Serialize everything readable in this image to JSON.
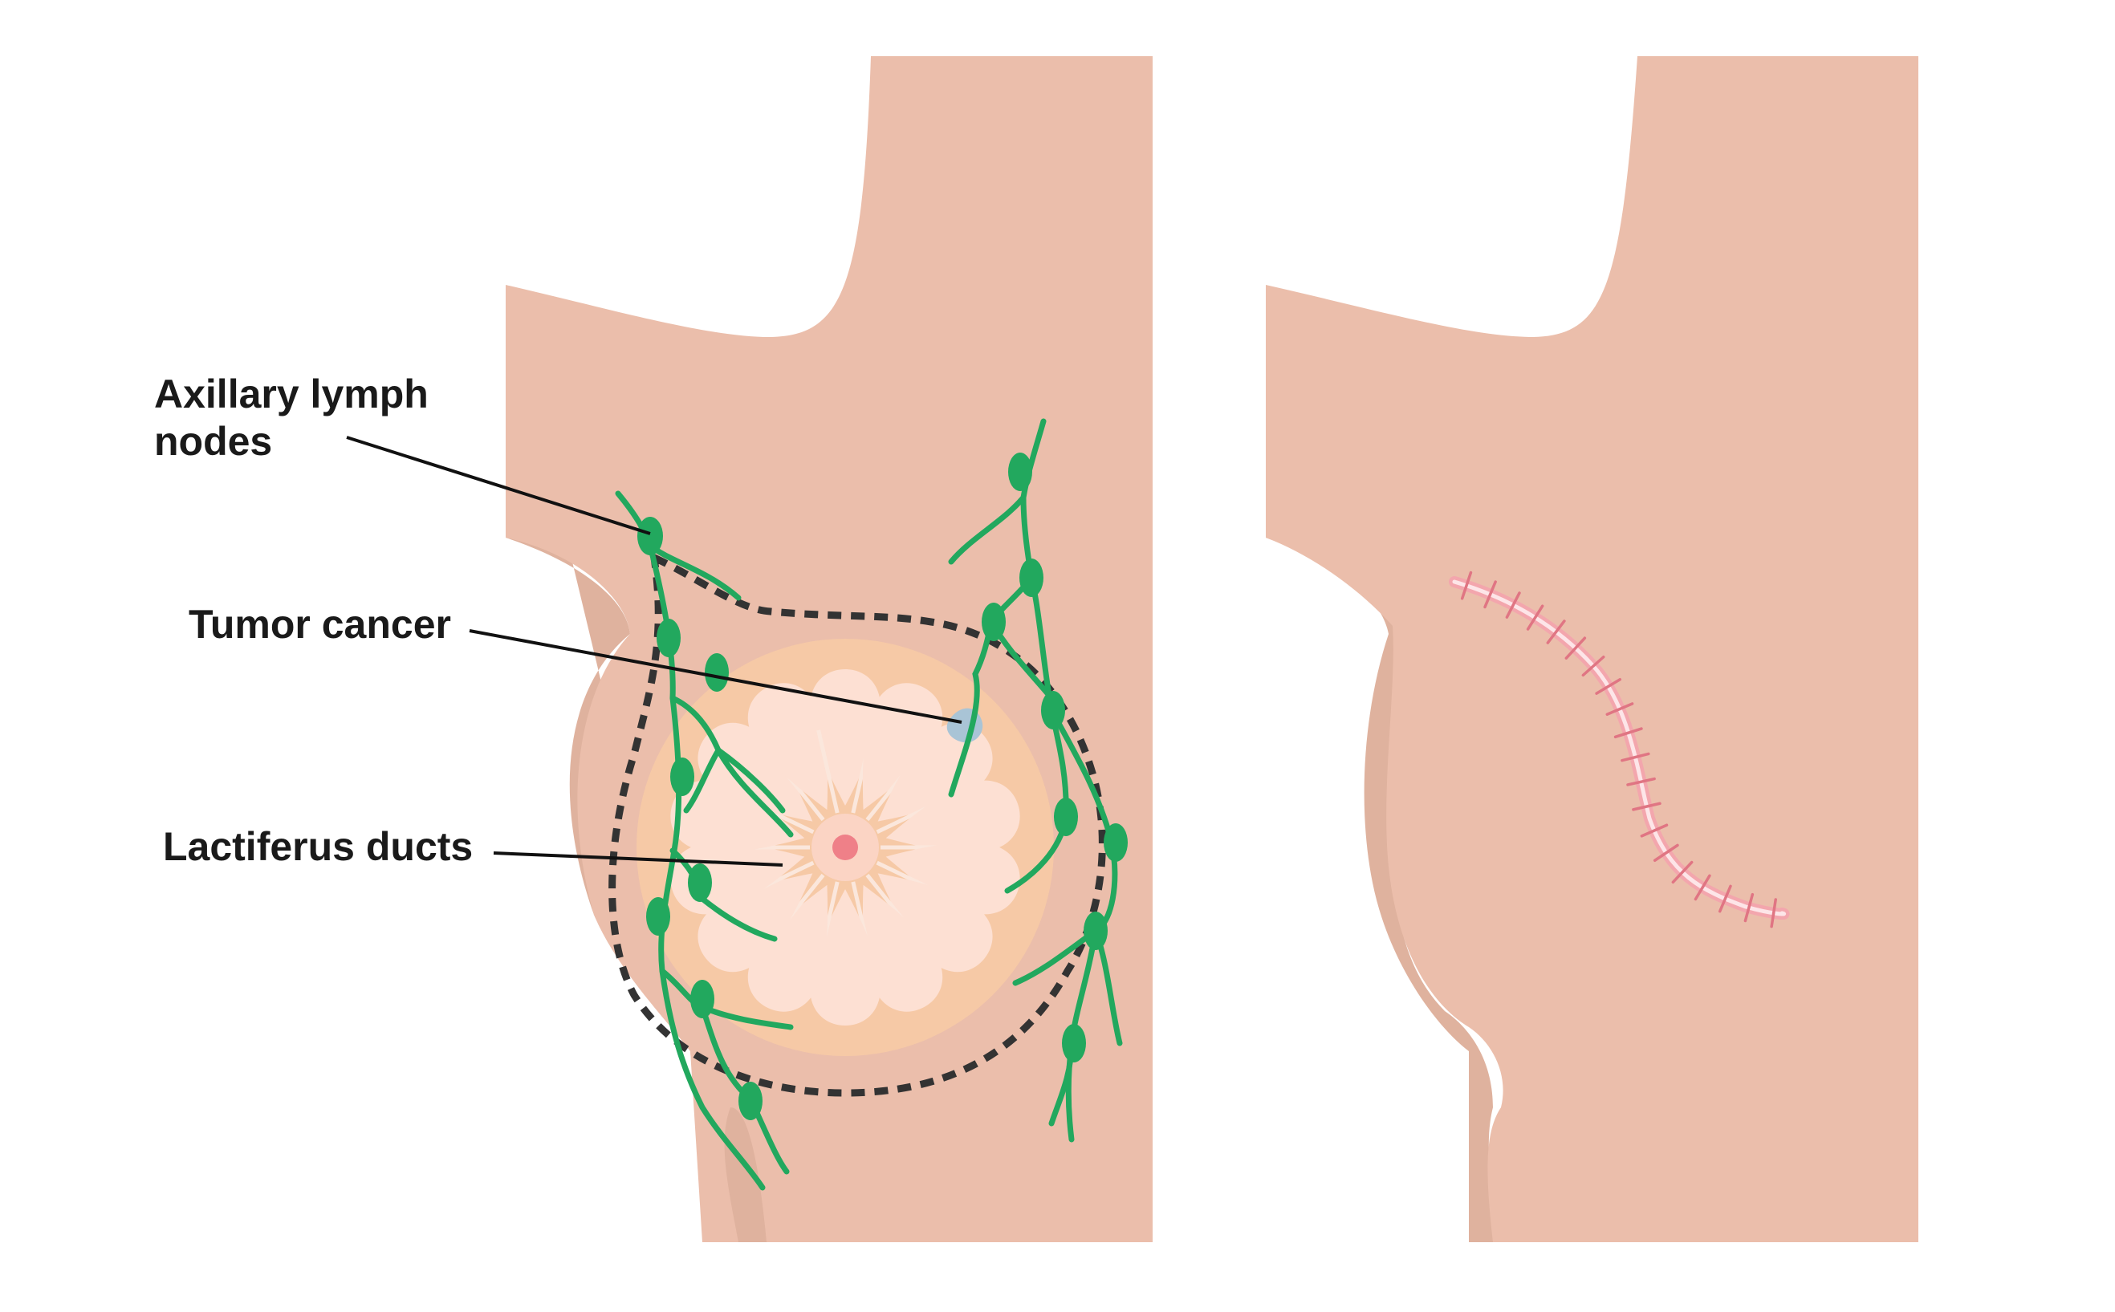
{
  "labels": {
    "axillary_line1": "Axillary lymph",
    "axillary_line2": "nodes",
    "tumor": "Tumor cancer",
    "ducts": "Lactiferus ducts"
  },
  "colors": {
    "skin": "#ebbeab",
    "skin_shadow": "#dfb29e",
    "breast_area": "#f6c9a6",
    "duct": "#fde0d3",
    "duct_line": "#fbe7dc",
    "areola": "#fbd4c4",
    "nipple": "#ef8088",
    "lymph": "#22a85e",
    "tumor": "#a9c4d6",
    "dashed": "#333333",
    "scar": "#f3a6ad",
    "scar_core": "#fde5e8",
    "stitch": "#e07583",
    "leader": "#111111"
  },
  "icons": {
    "lymph_node": "lymph-node-icon",
    "tumor": "tumor-icon",
    "nipple": "nipple-icon",
    "scar": "surgical-scar-icon"
  }
}
